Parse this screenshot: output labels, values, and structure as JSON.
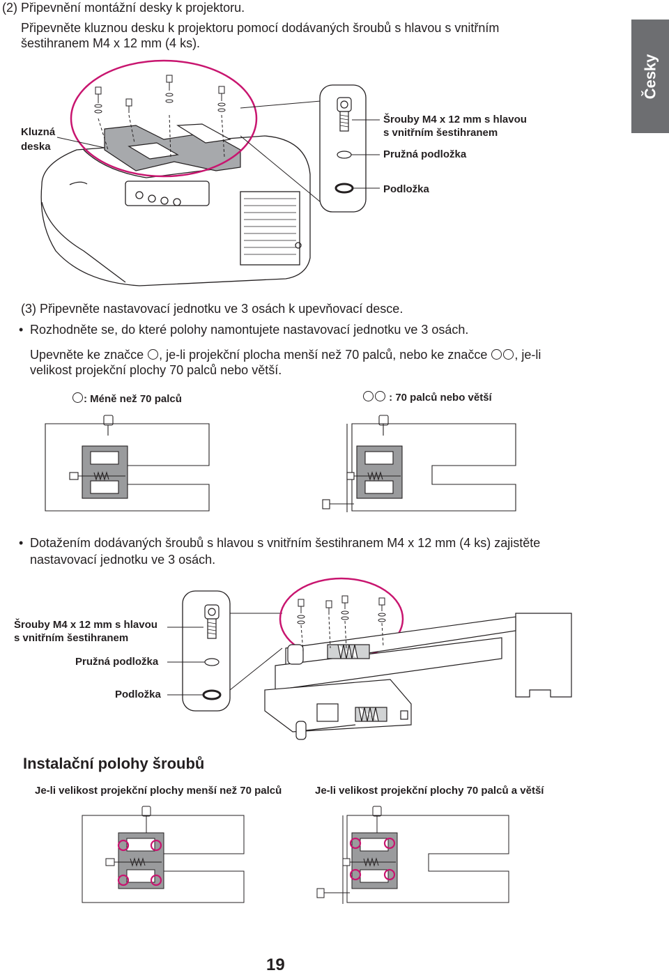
{
  "section_tab": "Česky",
  "step2": {
    "heading": "(2) Připevnění montážní desky k projektoru.",
    "text_line1": "Připevněte kluznou desku k projektoru pomocí dodávaných šroubů s hlavou s vnitřním",
    "text_line2": "šestihranem M4 x 12 mm (4 ks).",
    "label_plate_1": "Kluzná",
    "label_plate_2": "deska",
    "label_screws_1": "Šrouby M4 x 12 mm s hlavou",
    "label_screws_2": "s vnitřním šestihranem",
    "label_spring_washer": "Pružná podložka",
    "label_washer": "Podložka"
  },
  "step3": {
    "heading": "(3) Připevněte nastavovací jednotku ve 3 osách k upevňovací desce.",
    "bullet1": "Rozhodněte se, do které polohy namontujete nastavovací jednotku ve 3 osách.",
    "para_a": "Upevněte ke značce",
    "para_b": ", je-li projekční plocha menší než 70 palců, nebo ke značce",
    "para_c": ", je-li",
    "para_line2": "velikost projekční plochy 70 palců nebo větší.",
    "legend_small": ": Méně než 70 palců",
    "legend_large": ": 70 palců nebo větší",
    "bullet2_line1": "Dotažením dodávaných šroubů s hlavou s vnitřním šestihranem M4 x 12 mm (4 ks) zajistěte",
    "bullet2_line2": "nastavovací jednotku ve 3 osách.",
    "label_screws_1": "Šrouby M4 x 12 mm s hlavou",
    "label_screws_2": "s vnitřním šestihranem",
    "label_spring_washer": "Pružná podložka",
    "label_washer": "Podložka"
  },
  "install": {
    "heading": "Instalační polohy šroubů",
    "caption_small": "Je-li velikost projekční plochy menší než 70 palců",
    "caption_large": "Je-li velikost projekční plochy 70 palců a větší"
  },
  "page_number": "19",
  "colors": {
    "accent": "#c8156f",
    "tab": "#6d6e71",
    "text": "#231f20",
    "plate": "#9a9b9d"
  }
}
